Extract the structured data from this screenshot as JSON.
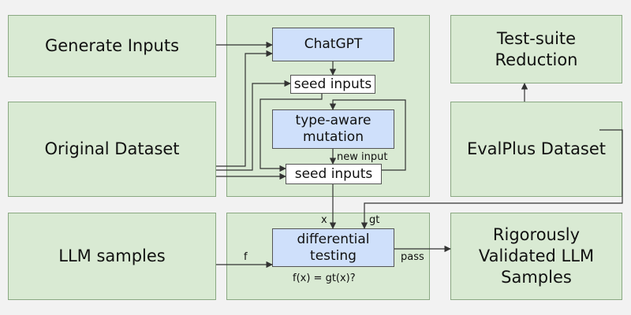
{
  "boxes": {
    "generate_inputs": "Generate Inputs",
    "original_dataset": "Original Dataset",
    "llm_samples": "LLM samples",
    "chatgpt": "ChatGPT",
    "seed_inputs_top": "seed inputs",
    "type_aware_mutation": "type-aware mutation",
    "seed_inputs_bottom": "seed inputs",
    "differential_testing": "differential testing",
    "test_suite_reduction": "Test-suite Reduction",
    "evalplus_dataset": "EvalPlus Dataset",
    "validated_samples": "Rigorously Validated LLM Samples"
  },
  "labels": {
    "new_input": "new input",
    "x": "x",
    "gt": "gt",
    "f": "f",
    "pass": "pass",
    "equation": "f(x) = gt(x)?"
  },
  "colors": {
    "panel_fill": "#d9ead3",
    "inner_blue": "#cfe0fb",
    "inner_white": "#ffffff",
    "background": "#f2f2f2"
  }
}
